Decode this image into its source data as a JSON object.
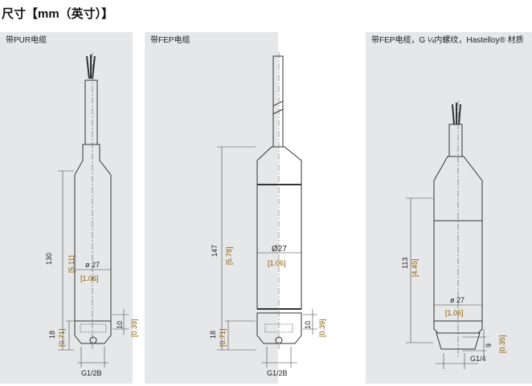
{
  "title": "尺寸【mm（英寸）】",
  "panels": [
    {
      "title": "带PUR电缆",
      "length_mm": "130",
      "length_in": "[5.11]",
      "dia_mm": "ø 27",
      "dia_in": "[1.06]",
      "base_mm": "18",
      "base_in": "[0.71]",
      "cap_mm": "10",
      "cap_in": "[0.39]",
      "thread": "G1/2B"
    },
    {
      "title": "带FEP电缆",
      "length_mm": "147",
      "length_in": "[5.78]",
      "dia_mm": "Ø27",
      "dia_in": "[1.06]",
      "base_mm": "18",
      "base_in": "[0.71]",
      "cap_mm": "10",
      "cap_in": "[0.39]",
      "thread": "G1/2B"
    },
    {
      "title": "带FEP电缆，G ¼内螺纹，Hastelloy® 材质",
      "length_mm": "113",
      "length_in": "[4.45]",
      "dia_mm": "ø 27",
      "dia_in": "[1.06]",
      "cap_mm": "9",
      "cap_in": "[0.35]",
      "thread": "G1/4"
    }
  ]
}
